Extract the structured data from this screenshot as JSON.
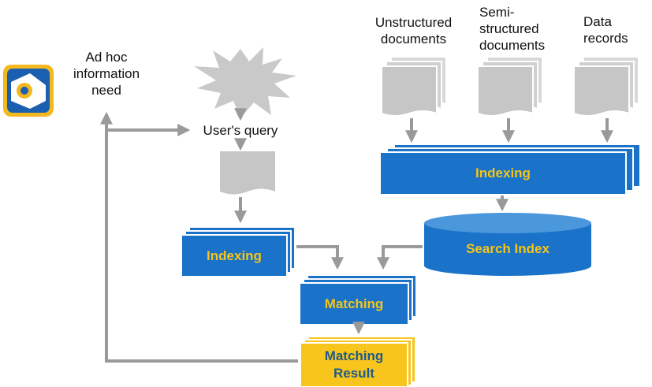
{
  "labels": {
    "ad_hoc": "Ad hoc\ninformation\nneed",
    "users_query": "User's query",
    "unstructured": "Unstructured\ndocuments",
    "semi_structured": "Semi-\nstructured\ndocuments",
    "data_records": "Data\nrecords"
  },
  "boxes": {
    "indexing_top": "Indexing",
    "indexing_left": "Indexing",
    "search_index": "Search Index",
    "matching": "Matching",
    "matching_result": "Matching\nResult"
  },
  "colors": {
    "box_blue": "#1a73c9",
    "box_text": "#f5c518",
    "arrow_gray": "#9a9a9a",
    "doc_gray": "#c6c6c6",
    "result_yellow": "#f7c51b"
  },
  "icons": {
    "logo": "eye-app-icon",
    "query_burst": "starburst-icon"
  }
}
